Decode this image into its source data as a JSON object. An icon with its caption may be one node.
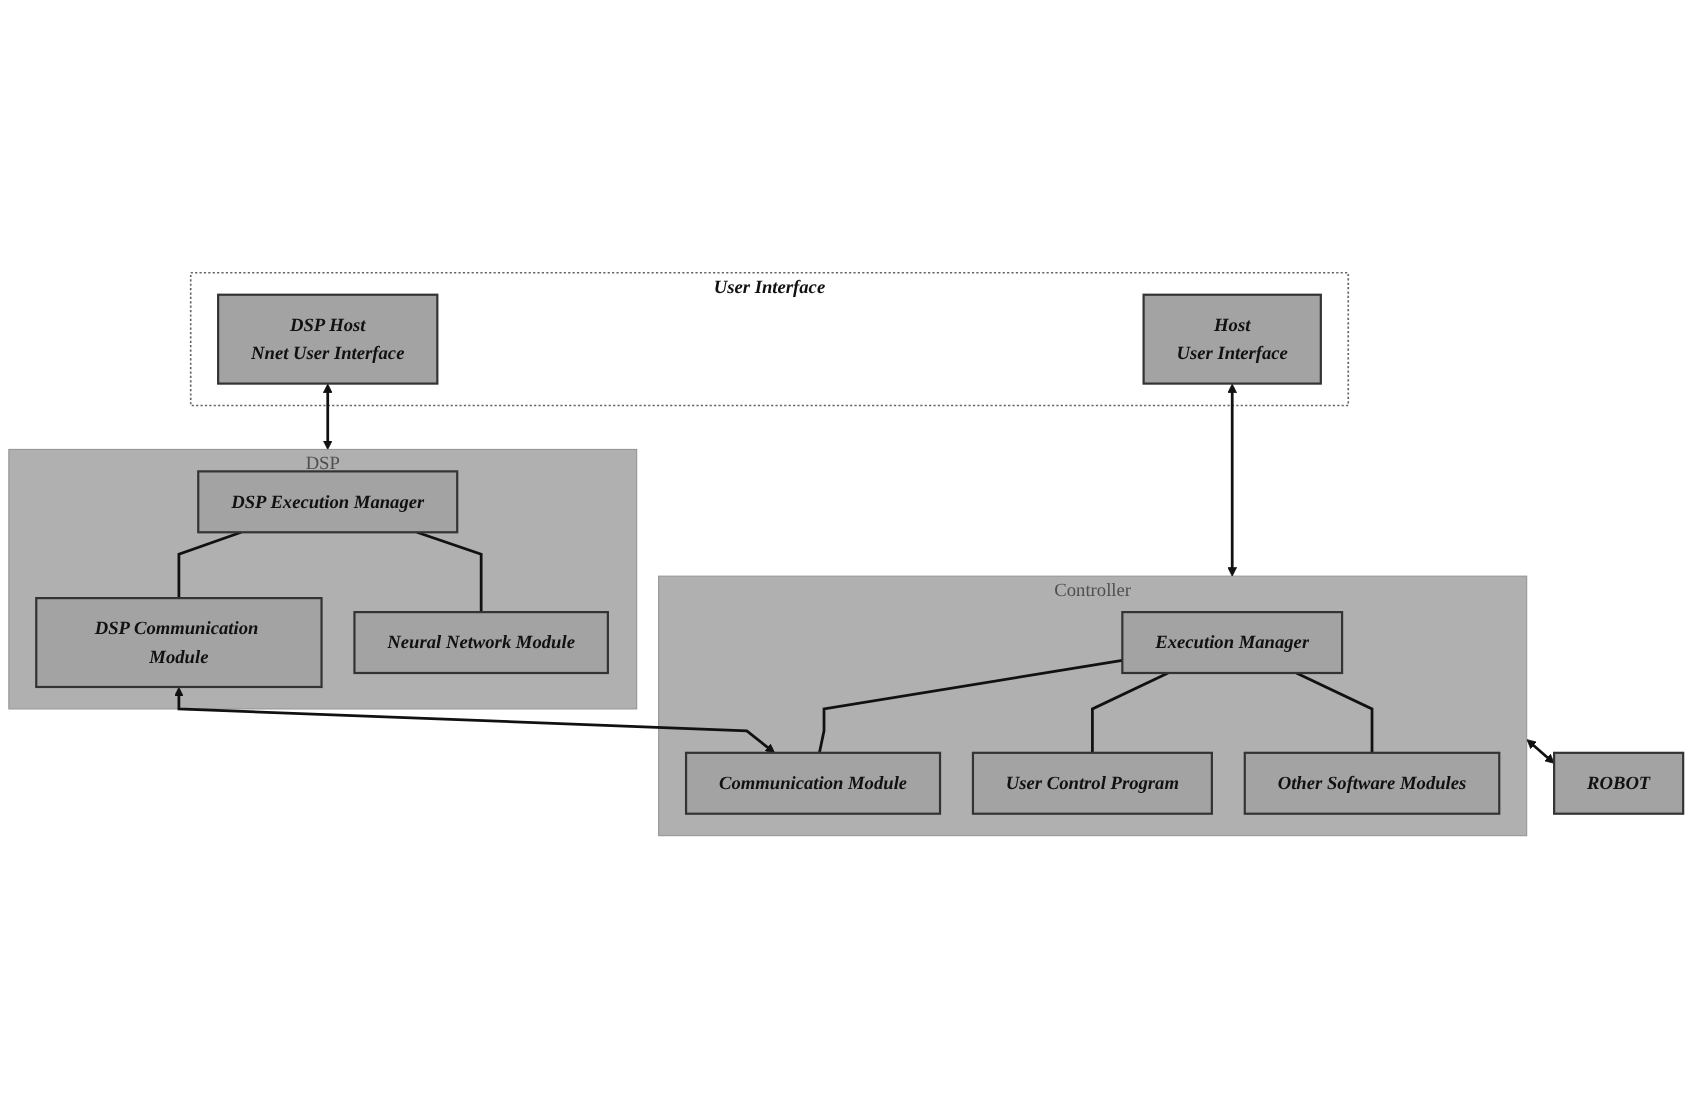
{
  "diagram": {
    "nodes": [
      {
        "text": [
          "User Interface"
        ]
      },
      {
        "text": [
          "DSP Host",
          "Nnet User Interface"
        ],
        "in": 0
      },
      {
        "text": [
          "Host",
          "User Interface"
        ],
        "in": 0
      },
      {
        "text": [
          "DSP"
        ]
      },
      {
        "text": [
          "DSP Execution Manager"
        ],
        "in": 3
      },
      {
        "text": [
          "DSP Communication Module"
        ],
        "in": 3
      },
      {
        "text": [
          "Neural Network Module"
        ],
        "in": 3
      },
      {
        "text": [
          "Controller"
        ]
      },
      {
        "text": [
          "Execution Manager"
        ],
        "in": 7
      },
      {
        "text": [
          "Communication Module"
        ],
        "in": 7
      },
      {
        "text": [
          "User Control Program"
        ],
        "in": 7
      },
      {
        "text": [
          "Other Software Modules"
        ],
        "in": 7
      },
      {
        "text": [
          "ROBOT"
        ]
      }
    ],
    "edges": [
      {
        "from": 1,
        "to": 3,
        "arrow": "both"
      },
      {
        "from": 2,
        "to": 7,
        "arrow": "both"
      },
      {
        "from": 4,
        "to": 5,
        "arrow": "none"
      },
      {
        "from": 4,
        "to": 6,
        "arrow": "none"
      },
      {
        "from": 5,
        "to": 9,
        "arrow": "both"
      },
      {
        "from": 8,
        "to": 9,
        "arrow": "none"
      },
      {
        "from": 8,
        "to": 10,
        "arrow": "none"
      },
      {
        "from": 8,
        "to": 11,
        "arrow": "none"
      },
      {
        "from": 7,
        "to": 12,
        "arrow": "both"
      }
    ]
  }
}
